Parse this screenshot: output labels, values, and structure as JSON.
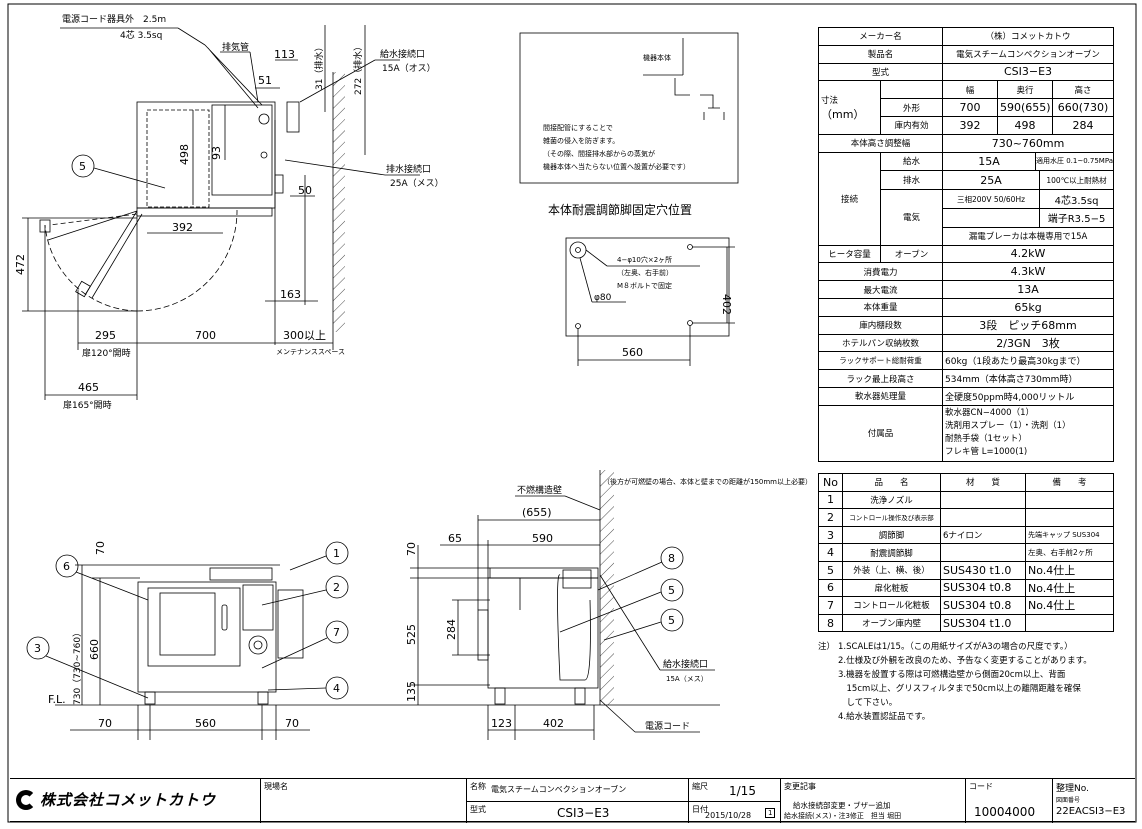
{
  "top_view": {
    "power_cord": "電源コード器具外　2.5m",
    "power_cord_spec": "4芯 3.5sq",
    "exhaust": "排気管",
    "dim_113": "113",
    "dim_51": "51",
    "dim_31": "31（排水）",
    "dim_272": "272（排水）",
    "water_supply": "給水接続口",
    "water_supply_size": "15A（オス）",
    "drain": "排水接続口",
    "drain_size": "25A（メス）",
    "dim_498": "498",
    "dim_93": "93",
    "dim_50": "50",
    "dim_392": "392",
    "dim_472": "472",
    "dim_163": "163",
    "dim_295": "295",
    "dim_700": "700",
    "dim_300": "300以上",
    "door_120": "扉120°開時",
    "maintenance": "メンテナンススペース",
    "dim_465": "465",
    "door_165": "扉165°開時",
    "part_5": "5"
  },
  "indirect_box": {
    "body_label": "機器本体",
    "lines": [
      "間接配管にすることで",
      "雑菌の侵入を防ぎます。",
      "（その際、間接排水部からの蒸気が",
      "機器本体へ当たらない位置へ設置が必要です）"
    ]
  },
  "anchor": {
    "title": "本体耐震調節脚固定穴位置",
    "hole": "4−φ10穴×2ヶ所",
    "position": "（左奥、右手前）",
    "bolt": "M８ボルトで固定",
    "dia": "φ80",
    "dim_402": "402",
    "dim_560": "560"
  },
  "front_view": {
    "dim_70_top": "70",
    "dim_730": "730（730~760）",
    "dim_660": "660",
    "fl": "F.L.",
    "dim_70_l": "70",
    "dim_560": "560",
    "dim_70_r": "70",
    "callouts": [
      "6",
      "3",
      "1",
      "2",
      "7",
      "4"
    ]
  },
  "side_view": {
    "wall": "不燃構造壁",
    "wall_note": "（後方が可燃壁の場合、本体と壁までの距離が150mm以上必要）",
    "dim_655": "(655)",
    "dim_65": "65",
    "dim_590": "590",
    "dim_70": "70",
    "dim_525": "525",
    "dim_284": "284",
    "dim_135": "135",
    "dim_123": "123",
    "dim_402": "402",
    "water_supply": "給水接続口",
    "water_supply_size": "15A（メス）",
    "power_cord": "電源コード",
    "callouts": [
      "8",
      "5",
      "5"
    ]
  },
  "spec": {
    "maker_label": "メーカー名",
    "maker": "（株）コメットカトウ",
    "product_label": "製品名",
    "product": "電気スチームコンベクションオーブン",
    "model_label": "型式",
    "model": "CSI3−E3",
    "dim_label": "寸法",
    "dim_unit": "（mm）",
    "col_w": "幅",
    "col_d": "奥行",
    "col_h": "高さ",
    "outer_label": "外形",
    "outer": [
      "700",
      "590(655)",
      "660(730)"
    ],
    "inner_label": "庫内有効",
    "inner": [
      "392",
      "498",
      "284"
    ],
    "height_adj_label": "本体高さ調整幅",
    "height_adj": "730~760mm",
    "conn_label": "接続",
    "water_label": "給水",
    "water": "15A",
    "water_note": "適用水圧 0.1~0.75MPa",
    "drain_label": "排水",
    "drain": "25A",
    "drain_note": "100℃以上耐熱材",
    "elec_label": "電気",
    "elec_power": "三相200V 50/60Hz",
    "elec_cable": "4芯3.5sq",
    "elec_terminal": "端子R3.5−5",
    "breaker": "漏電ブレーカは本機専用で15A",
    "heater_label": "ヒータ容量",
    "heater_sub": "オーブン",
    "heater": "4.2kW",
    "power_label": "消費電力",
    "power": "4.3kW",
    "current_label": "最大電流",
    "current": "13A",
    "weight_label": "本体重量",
    "weight": "65kg",
    "shelves_label": "庫内棚段数",
    "shelves": "3段　ピッチ68mm",
    "pans_label": "ホテルパン収納枚数",
    "pans": "2/3GN　3枚",
    "rack_load_label": "ラックサポート総耐荷重",
    "rack_load": "60kg（1段あたり最高30kgまで）",
    "rack_top_label": "ラック最上段高さ",
    "rack_top": "534mm（本体高さ730mm時）",
    "softener_label": "軟水器処理量",
    "softener": "全硬度50ppm時4,000リットル",
    "acc_label": "付属品",
    "accessories": [
      "軟水器CN−4000（1）",
      "洗剤用スプレー（1）・洗剤（1）",
      "耐熱手袋（1セット）",
      "フレキ管 L=1000(1)"
    ]
  },
  "parts": {
    "headers": [
      "No",
      "品　　名",
      "材　　質",
      "備　　考"
    ],
    "rows": [
      [
        "1",
        "洗浄ノズル",
        "",
        ""
      ],
      [
        "2",
        "コントロール操作及び表示部",
        "",
        ""
      ],
      [
        "3",
        "調節脚",
        "6ナイロン",
        "先端キャップ SUS304"
      ],
      [
        "4",
        "耐震調節脚",
        "",
        "左奥、右手前2ヶ所"
      ],
      [
        "5",
        "外装（上、横、後）",
        "SUS430 t1.0",
        "No.4仕上"
      ],
      [
        "6",
        "扉化粧板",
        "SUS304 t0.8",
        "No.4仕上"
      ],
      [
        "7",
        "コントロール化粧板",
        "SUS304 t0.8",
        "No.4仕上"
      ],
      [
        "8",
        "オーブン庫内壁",
        "SUS304 t1.0",
        ""
      ]
    ]
  },
  "notes": {
    "prefix": "注）",
    "items": [
      "1.SCALEは1/15。（この用紙サイズがA3の場合の尺度です。）",
      "2.仕様及び外観を改良のため、予告なく変更することがあります。",
      "3.機器を設置する際は可燃構造壁から側面20cm以上、背面",
      "　15cm以上、グリスフィルタまで50cm以上の離隔距離を確保",
      "　して下さい。",
      "4.給水装置認証品です。"
    ]
  },
  "title_block": {
    "logo": "株式会社コメットカトウ",
    "site_label": "現場名",
    "name_label": "名称",
    "name": "電気スチームコンベクションオーブン",
    "model_label": "型式",
    "model": "CSI3−E3",
    "scale_label": "縮尺",
    "scale": "1/15",
    "date_label": "日付",
    "date": "2015/10/28",
    "revision_mark": "1",
    "change_label": "変更記事",
    "change_1": "給水接続部変更・ブザー追加",
    "change_2": "給水接続(メス)・注3修正　担当 堀田",
    "code_label": "コード",
    "code": "10004000",
    "ref_label": "整理No.",
    "drawing_no_label": "図面番号",
    "drawing_no": "22EACSI3−E3"
  }
}
